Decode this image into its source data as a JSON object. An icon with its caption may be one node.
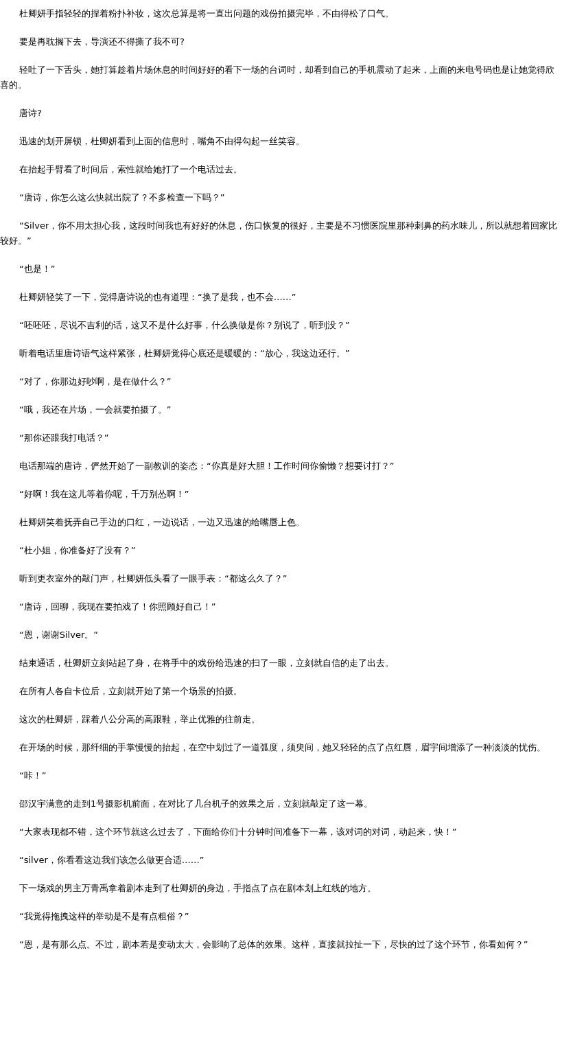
{
  "diagram": {
    "labels": [
      "杜卿妍手指轻轻的捏着粉扑补妆，这次总算是将一直出问题的戏份拍摄完毕，不由得松了口气。",
      "要是再耽搁下去，导演还不得撕了我不可?",
      "轻吐了一下舌头，她打算趁着片场休息的时间好好的看下一场的台词时，却看到自己的手机震动了起来，上面的来电号码也是让她觉得欣喜的。",
      "唐诗?",
      "迅速的划开屏锁，杜卿妍看到上面的信息时，嘴角不由得勾起一丝笑容。",
      "在抬起手臂看了时间后，索性就给她打了一个电话过去。",
      "“唐诗，你怎么这么快就出院了？不多检查一下吗？”",
      "“Silver，你不用太担心我，这段时间我也有好好的休息，伤口恢复的很好，主要是不习惯医院里那种刺鼻的药水味儿，所以就想着回家比较好。”",
      "“也是！”",
      "杜卿妍轻笑了一下，觉得唐诗说的也有道理：“换了是我，也不会……”",
      "“呸呸呸，尽说不吉利的话，这又不是什么好事，什么换做是你？别说了，听到没？”",
      "听着电话里唐诗语气这样紧张，杜卿妍觉得心底还是暖暖的：“放心，我这边还行。”",
      "“对了，你那边好吵啊，是在做什么？”",
      "“哦，我还在片场，一会就要拍摄了。”",
      "“那你还跟我打电话？”",
      "电话那端的唐诗，俨然开始了一副教训的姿态：“你真是好大胆！工作时间你偷懒？想要讨打？”",
      "“好啊！我在这儿等着你呢，千万别怂啊！”",
      "杜卿妍笑着抚弄自己手边的口红，一边说话，一边又迅速的给嘴唇上色。",
      "“杜小姐，你准备好了没有？”",
      "听到更衣室外的敲门声，杜卿妍低头看了一眼手表：“都这么久了？”",
      "“唐诗，回聊，我现在要拍戏了！你照顾好自己！”",
      "“恩，谢谢Silver。”",
      "结束通话，杜卿妍立刻站起了身，在将手中的戏份给迅速的扫了一眼，立刻就自信的走了出去。",
      "在所有人各自卡位后，立刻就开始了第一个场景的拍摄。",
      "这次的杜卿妍，踩着八公分高的高跟鞋，举止优雅的往前走。",
      "在开场的时候，那纤细的手掌慢慢的抬起，在空中划过了一道弧度，须臾间，她又轻轻的点了点红唇，眉宇间增添了一种淡淡的忧伤。",
      "“咔！”",
      "邵汉宇满意的走到1号摄影机前面，在对比了几台机子的效果之后，立刻就敲定了这一幕。",
      "“大家表现都不错，这个环节就这么过去了，下面给你们十分钟时间准备下一幕，该对词的对词，动起来，快！”",
      "“silver，你看看这边我们该怎么做更合适……”",
      "下一场戏的男主万青禹拿着剧本走到了杜卿妍的身边，手指点了点在剧本划上红线的地方。",
      "“我觉得拖拽这样的举动是不是有点粗俗？”",
      "“恩，是有那么点。不过，剧本若是变动太大，会影响了总体的效果。这样，直接就拉扯一下，尽快的过了这个环节，你看如何？”"
    ]
  }
}
